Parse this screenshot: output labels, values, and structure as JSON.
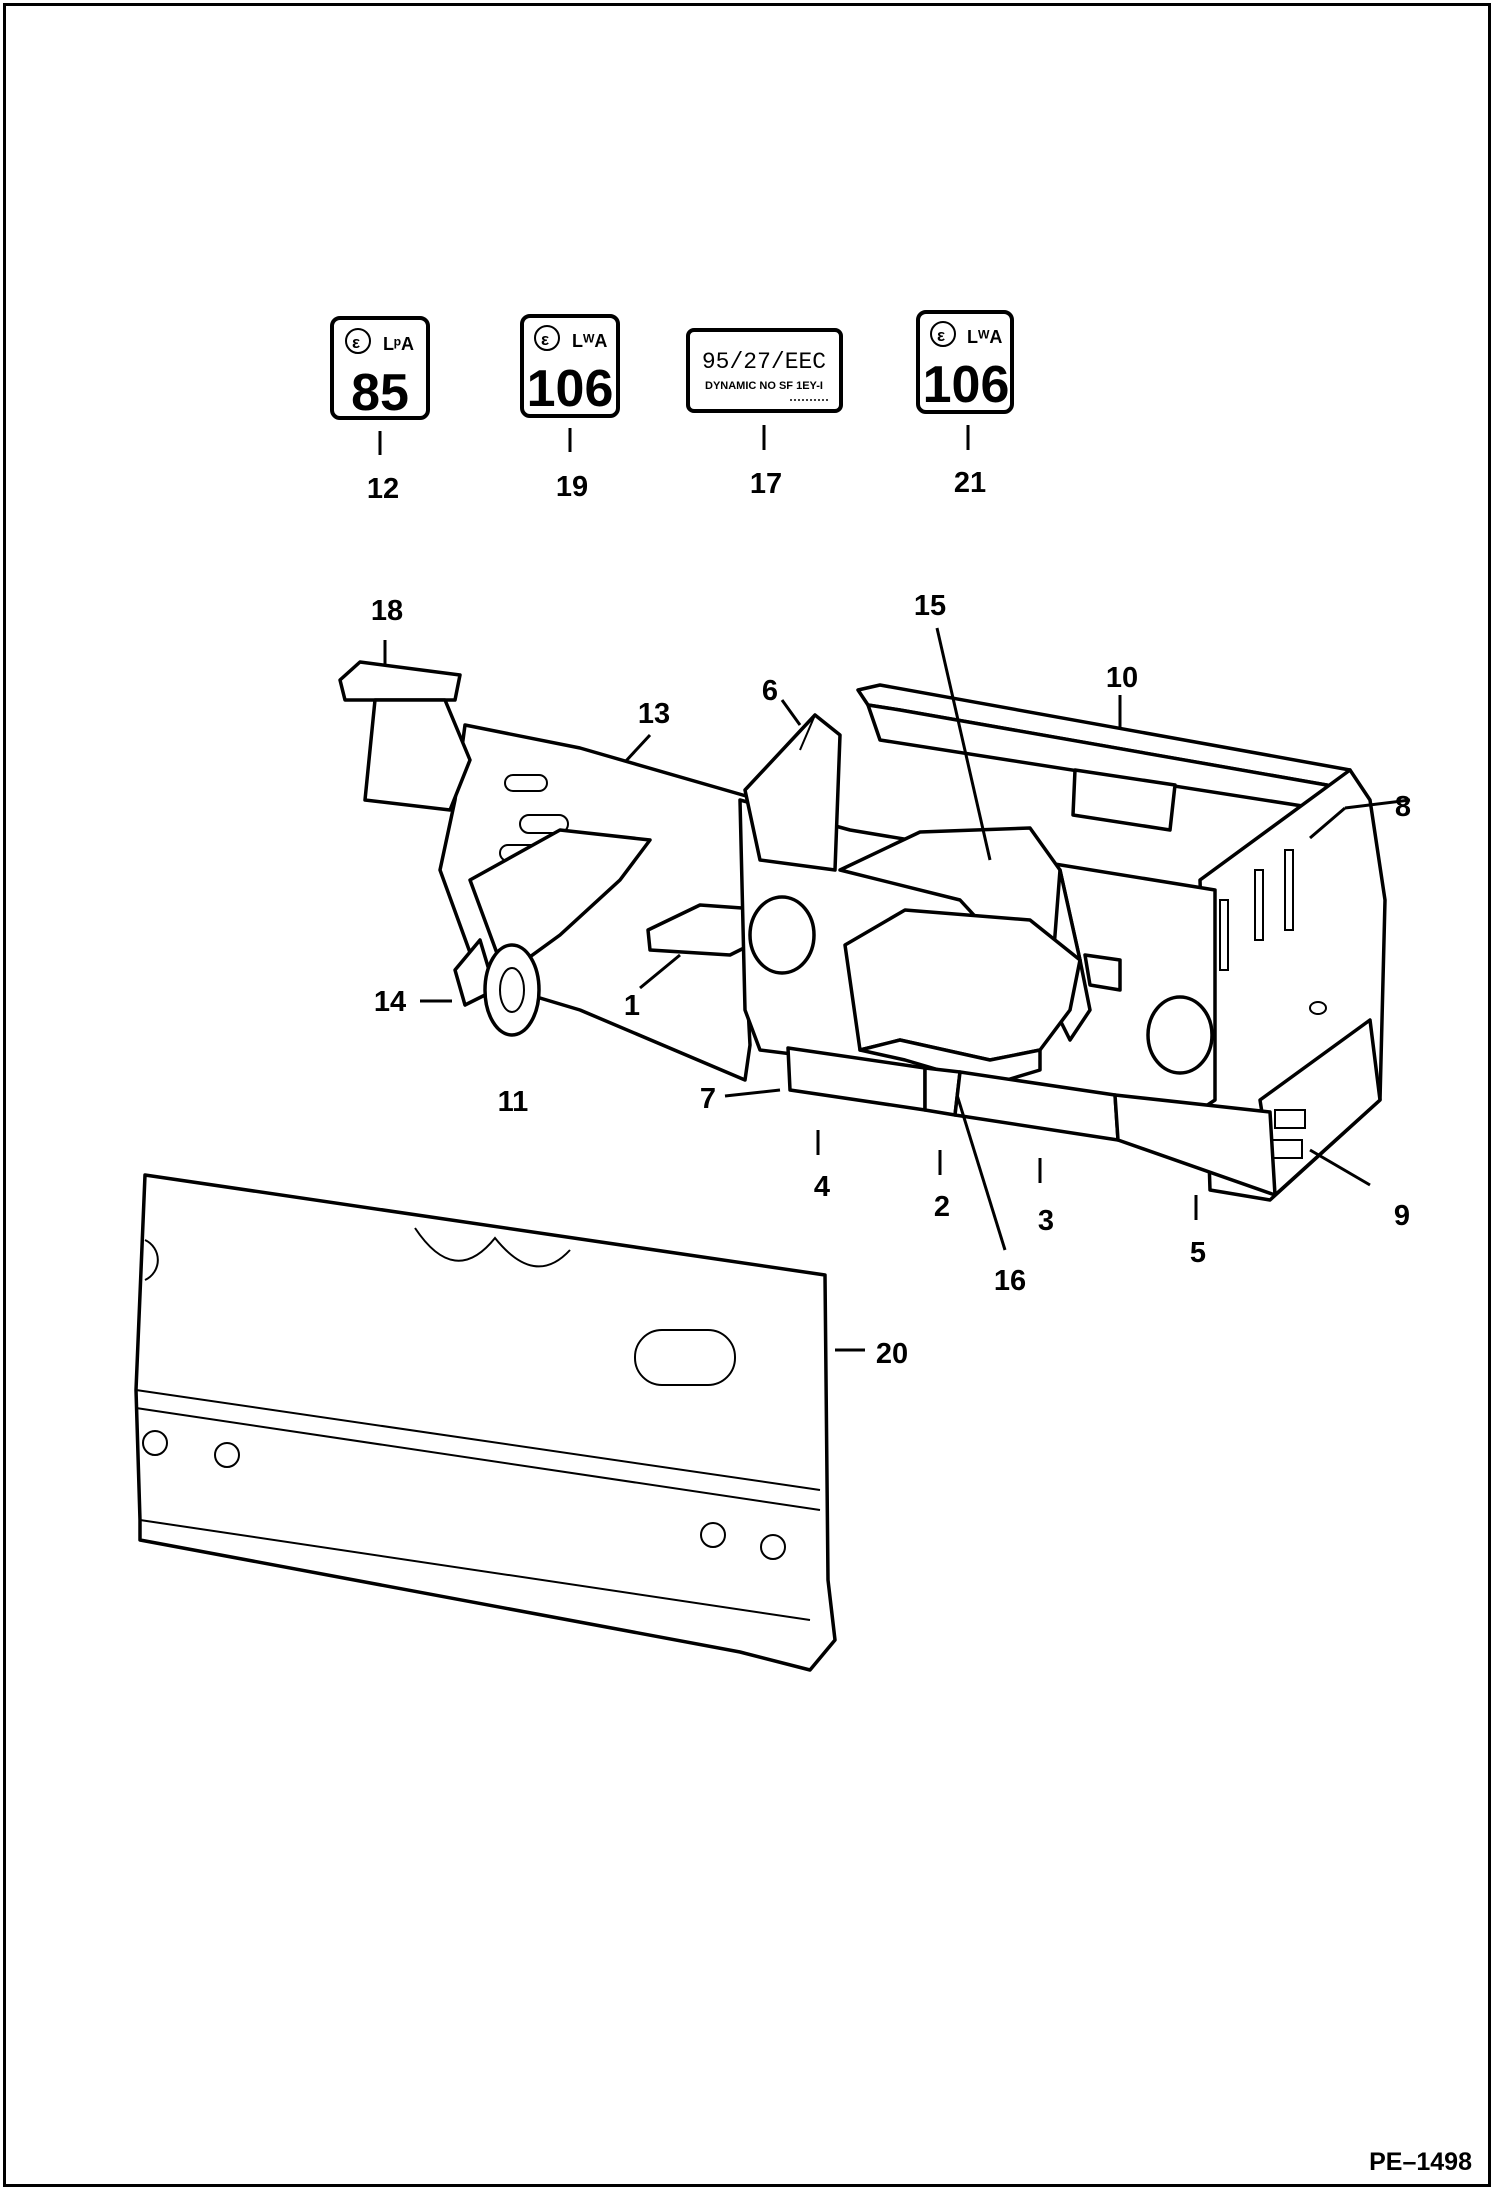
{
  "figure_id": "PE–1498",
  "decals": [
    {
      "symbol": "ε",
      "label": "LᵖA",
      "value": "85",
      "callout": "12"
    },
    {
      "symbol": "ε",
      "label": "LᵂA",
      "value": "106",
      "callout": "19"
    },
    {
      "line1": "95/27/EEC",
      "line2": "DYNAMIC NO SF 1EY-I",
      "line3": "",
      "callout": "17"
    },
    {
      "symbol": "ε",
      "label": "LᵂA",
      "value": "106",
      "callout": "21"
    }
  ],
  "callouts": {
    "c1": "1",
    "c2": "2",
    "c3": "3",
    "c4": "4",
    "c5": "5",
    "c6": "6",
    "c7": "7",
    "c8": "8",
    "c9": "9",
    "c10": "10",
    "c11": "11",
    "c13": "13",
    "c14": "14",
    "c15": "15",
    "c16": "16",
    "c18": "18",
    "c20": "20"
  }
}
